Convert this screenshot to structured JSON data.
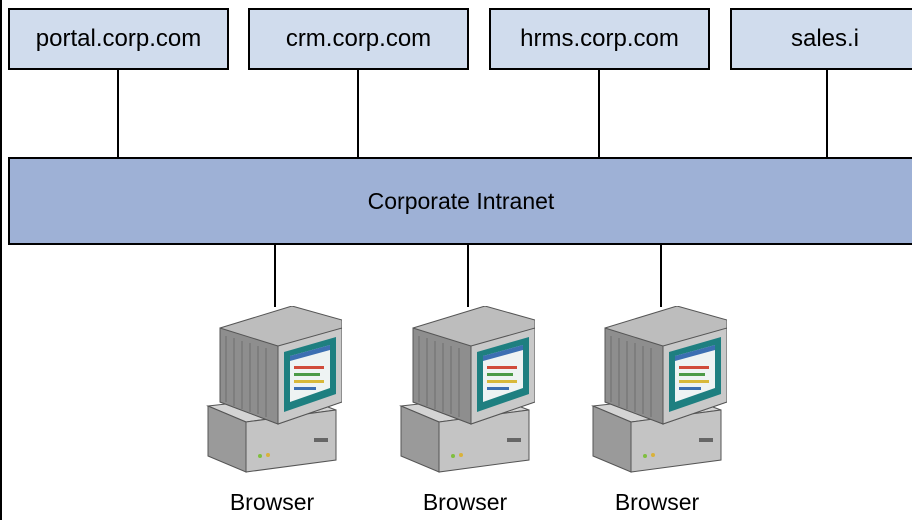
{
  "servers": [
    {
      "label": "portal.corp.com"
    },
    {
      "label": "crm.corp.com"
    },
    {
      "label": "hrms.corp.com"
    },
    {
      "label": "sales.i"
    }
  ],
  "network": {
    "label": "Corporate Intranet"
  },
  "clients": [
    {
      "label": "Browser",
      "icon": "desktop-computer-icon"
    },
    {
      "label": "Browser",
      "icon": "desktop-computer-icon"
    },
    {
      "label": "Browser",
      "icon": "desktop-computer-icon"
    }
  ],
  "colors": {
    "server_fill": "#d0dced",
    "network_fill": "#9eb1d6",
    "line": "#000000"
  }
}
